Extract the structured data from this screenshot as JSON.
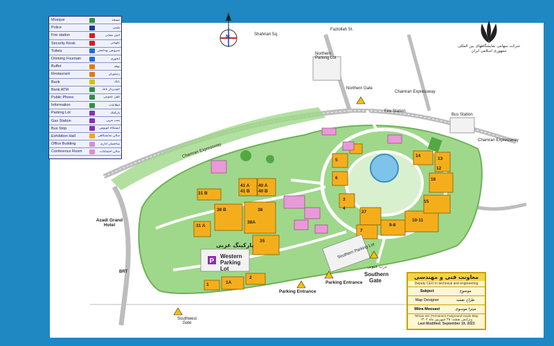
{
  "legend": [
    {
      "en": "Mosque",
      "fa": "مسجد",
      "color": "#2f8f3f"
    },
    {
      "en": "Police",
      "fa": "پلیس",
      "color": "#1c3d9c"
    },
    {
      "en": "Fire station",
      "fa": "آتش نشانی",
      "color": "#d02020"
    },
    {
      "en": "Security Kiosk",
      "fa": "نگهبانی",
      "color": "#d02020"
    },
    {
      "en": "Toilets",
      "fa": "سرویس بهداشتی",
      "color": "#1c6fd0"
    },
    {
      "en": "Drinking Fountain",
      "fa": "آبخوری",
      "color": "#1c6fd0"
    },
    {
      "en": "Buffet",
      "fa": "بوفه",
      "color": "#e07a10"
    },
    {
      "en": "Restaurant",
      "fa": "رستوران",
      "color": "#e07a10"
    },
    {
      "en": "Bank",
      "fa": "بانک",
      "color": "#d8c000"
    },
    {
      "en": "Bank ATM",
      "fa": "خودپرداز بانک",
      "color": "#2f8f3f"
    },
    {
      "en": "Public Phone",
      "fa": "تلفن عمومی",
      "color": "#2f8f3f"
    },
    {
      "en": "Information",
      "fa": "اطلاعات",
      "color": "#2f8f3f"
    },
    {
      "en": "Parking Lot",
      "fa": "پارکینگ",
      "color": "#8a2fb0"
    },
    {
      "en": "Gas Station",
      "fa": "پمپ بنزین",
      "color": "#8a2fb0"
    },
    {
      "en": "Bus Stop",
      "fa": "ایستگاه اتوبوس",
      "color": "#8a2fb0"
    },
    {
      "en": "Exhibition Hall",
      "fa": "سالن نمایشگاهی",
      "color": "#f0a800"
    },
    {
      "en": "Office Building",
      "fa": "ساختمان اداری",
      "color": "#e08ad0"
    },
    {
      "en": "Conference Room",
      "fa": "سالن اجتماعات",
      "color": "#e08ad0"
    }
  ],
  "logo": {
    "line1": "شرکت سهامی نمایشگاههای بین المللی",
    "line2": "جمهوری اسلامی ایران"
  },
  "compass": {
    "letter": "N"
  },
  "labels": {
    "shahriari": "Shahriari Sq.",
    "fazlollah": "Fazlollah St.",
    "northern_parking": "Northern Parking Lot",
    "northern_gate": "Northern Gate",
    "chamran1": "Chamran Expressway",
    "chamran2": "Chamran Expressway",
    "chamran3": "Chamran Expressway",
    "azadi": "Azadi Grand Hotel",
    "western_parking": "Western Parking Lot",
    "southern_parking": "Southern Parking Lot",
    "parking_entrance1": "Parking Entrance",
    "parking_entrance2": "Parking Entrance",
    "southern_gate": "Southern Gate",
    "southwest_gate": "Southwest Gate",
    "bus_station": "Bus Station",
    "fire_station": "Fire Station",
    "brt": "BRT",
    "fa_western": "پارکینگ غربی",
    "fa_southern_gate": "درب جنوبی"
  },
  "halls": [
    "41 A",
    "41 B",
    "40 A",
    "40 B",
    "38 B",
    "38",
    "38A",
    "35",
    "31 A",
    "31 B",
    "27",
    "9-8",
    "10-11",
    "12",
    "13",
    "14",
    "15",
    "16",
    "5",
    "6",
    "7",
    "1A",
    "1",
    "2",
    "3",
    "4"
  ],
  "infobox": {
    "title": "معاونت فنی و مهندسی",
    "subtitle": "Deputy CEO in technical and engineering",
    "subject_en": "Subject",
    "subject_fa": "موضوع",
    "designer_en": "Map Designer",
    "designer_fa": "طراح نقشه",
    "name_fa": "میترا موسوی",
    "name_en": "Mitra Moosavi",
    "map_desc": "Tehran Intl. Permanent Fairground Guide Map",
    "modified_fa": "ویرایش نقشه: ۲۸ شهریور ماه ۱۴۰۲",
    "modified_en": "Last Modified: September 19, 2023"
  }
}
